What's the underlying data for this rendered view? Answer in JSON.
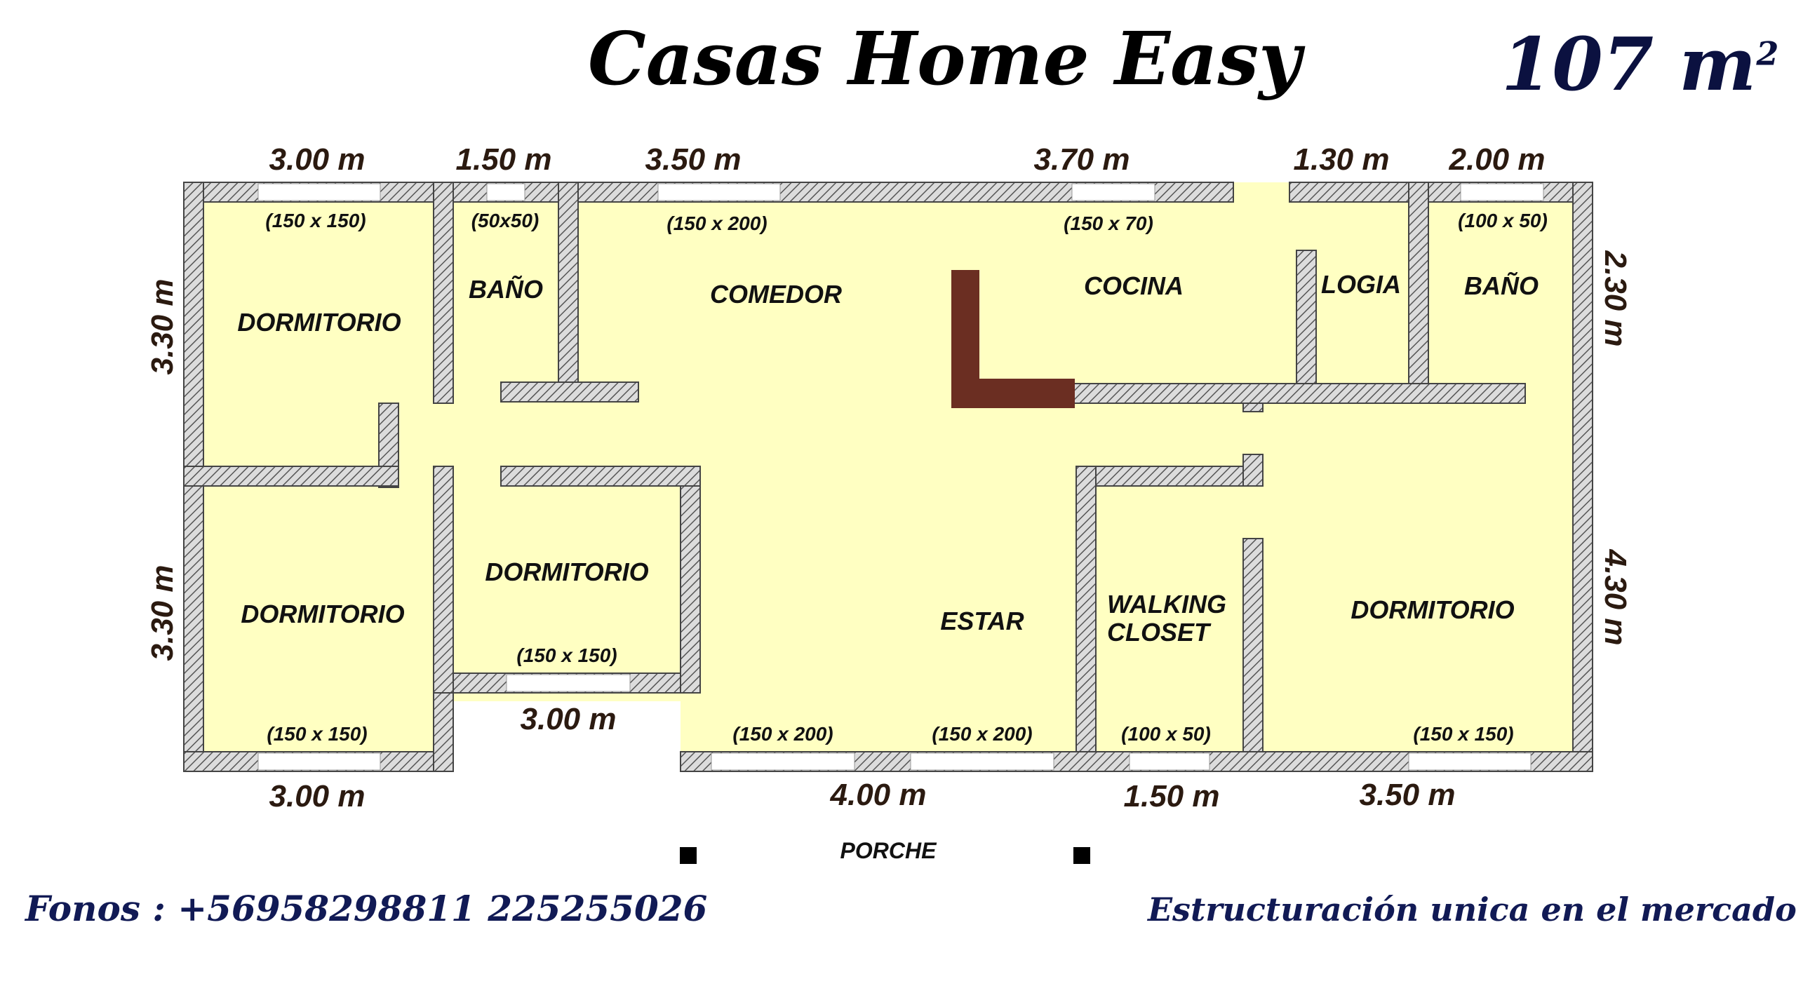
{
  "header": {
    "title": "Casas Home Easy",
    "area_value": "107 m",
    "area_unit_sup": "2"
  },
  "footer": {
    "phones": "Fonos : +56958298811  225255026",
    "tagline": "Estructuración unica en el mercado"
  },
  "rooms": {
    "dorm_top_left": "DORMITORIO",
    "bano_left": "BAÑO",
    "comedor": "COMEDOR",
    "cocina": "COCINA",
    "logia": "LOGIA",
    "bano_right": "BAÑO",
    "dorm_bottom_left": "DORMITORIO",
    "dorm_middle": "DORMITORIO",
    "estar": "ESTAR",
    "walking_line1": "WALKING",
    "walking_line2": "CLOSET",
    "dorm_right": "DORMITORIO",
    "porche": "PORCHE"
  },
  "windows": {
    "top_1": "(150 x 150)",
    "top_2": "(50x50)",
    "top_3": "(150 x 200)",
    "top_4": "(150 x 70)",
    "top_5": "(100 x 50)",
    "mid_dorm": "(150 x 150)",
    "bottom_1": "(150 x 150)",
    "bottom_2": "(150 x 200)",
    "bottom_3": "(150 x 200)",
    "bottom_4": "(100 x 50)",
    "bottom_5": "(150 x 150)"
  },
  "dimensions": {
    "top_1": "3.00 m",
    "top_2": "1.50 m",
    "top_3": "3.50 m",
    "top_4": "3.70 m",
    "top_5": "1.30 m",
    "top_6": "2.00 m",
    "left_upper": "3.30 m",
    "left_lower": "3.30 m",
    "right_upper": "2.30 m",
    "right_lower": "4.30 m",
    "inner_bottom": "3.00 m",
    "bottom_1": "3.00 m",
    "bottom_2": "4.00 m",
    "bottom_3": "1.50 m",
    "bottom_4": "3.50 m"
  },
  "colors": {
    "floor": "#ffffc2",
    "wall_base": "#dcdcdc",
    "wall_hatch": "#555555",
    "counter": "#6b2e22",
    "title": "#000000",
    "area": "#0b1140",
    "footer": "#111a55"
  }
}
